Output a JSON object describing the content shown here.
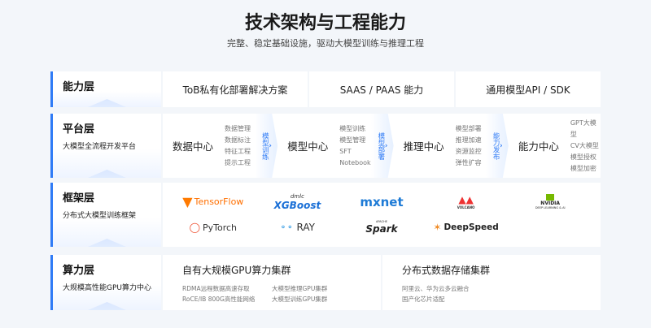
{
  "title": "技术架构与工程能力",
  "subtitle": "完整、稳定基础设施，驱动大模型训练与推理工程",
  "ability": {
    "label": "能力层",
    "items": [
      "ToB私有化部署解决方案",
      "SAAS / PAAS 能力",
      "通用模型API / SDK"
    ]
  },
  "platform": {
    "label": "平台层",
    "desc": "大模型全流程开发平台",
    "stages": [
      {
        "name": "数据中心",
        "items": [
          "数据管理",
          "数据标注",
          "特征工程",
          "提示工程"
        ]
      },
      {
        "name": "模型中心",
        "items": [
          "模型训练",
          "模型管理",
          "SFT",
          "Notebook"
        ]
      },
      {
        "name": "推理中心",
        "items": [
          "模型部署",
          "推理加速",
          "资源监控",
          "弹性扩容"
        ]
      },
      {
        "name": "能力中心",
        "items": [
          "GPT大模型",
          "CV大模型",
          "模型授权",
          "模型加密"
        ]
      }
    ],
    "arrows": [
      "模型训练",
      "模型部署",
      "能力发布"
    ]
  },
  "framework": {
    "label": "框架层",
    "desc": "分布式大模型训练框架",
    "logos": [
      "TensorFlow",
      "dmlc",
      "XGBoost",
      "mxnet",
      "VOLCANO",
      "NVIDIA",
      "DEEP LEARNING & AI",
      "PyTorch",
      "RAY",
      "APACHE",
      "Spark",
      "DeepSpeed"
    ]
  },
  "compute": {
    "label": "算力层",
    "desc": "大规模高性能GPU算力中心",
    "gpu": {
      "title": "自有大规模GPU算力集群",
      "items": [
        "RDMA远程数据高速存取",
        "大模型推理GPU集群",
        "RoCE/IB 800G高性能网络",
        "大模型训练GPU集群"
      ]
    },
    "storage": {
      "title": "分布式数据存储集群",
      "items": [
        "阿里云、华为云多云融合",
        "国产化芯片适配"
      ]
    }
  },
  "colors": {
    "accent": "#2f7bf6"
  }
}
